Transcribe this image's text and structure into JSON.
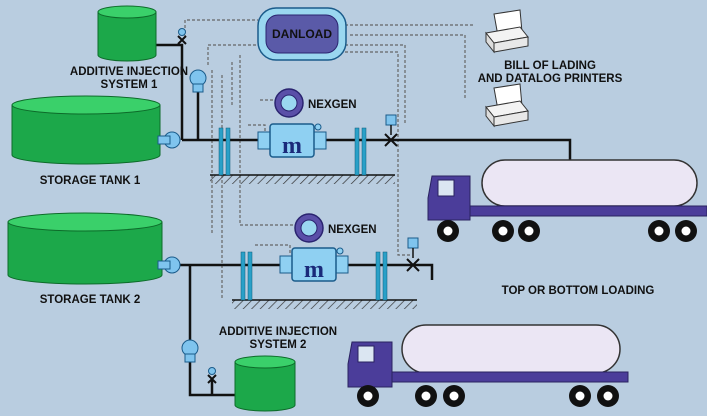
{
  "labels": {
    "additive_injection_1": [
      "ADDITIVE INJECTION",
      "SYSTEM 1"
    ],
    "additive_injection_2": [
      "ADDITIVE INJECTION",
      "SYSTEM 2"
    ],
    "storage_tank_1": "STORAGE TANK 1",
    "storage_tank_2": "STORAGE TANK 2",
    "danload": "DANLOAD",
    "nexgen_1": "NEXGEN",
    "nexgen_2": "NEXGEN",
    "printers": [
      "BILL OF LADING",
      "AND DATALOG PRINTERS"
    ],
    "loading": "TOP OR BOTTOM LOADING",
    "meter_logo": "m"
  },
  "colors": {
    "background": "#b9cde0",
    "tank_green": "#1ca84a",
    "tank_top": "#3ad06a",
    "pipe": "#111111",
    "pump_blue": "#7fc4ee",
    "meter_blue": "#8fd0f2",
    "truck_cab": "#4b3d9a",
    "trailer": "#ebe6f4",
    "danload_fill": "#5a5aa8",
    "danload_outer": "#9ad7f0",
    "signal_line": "#666666",
    "printer_paper": "#ffffff"
  }
}
